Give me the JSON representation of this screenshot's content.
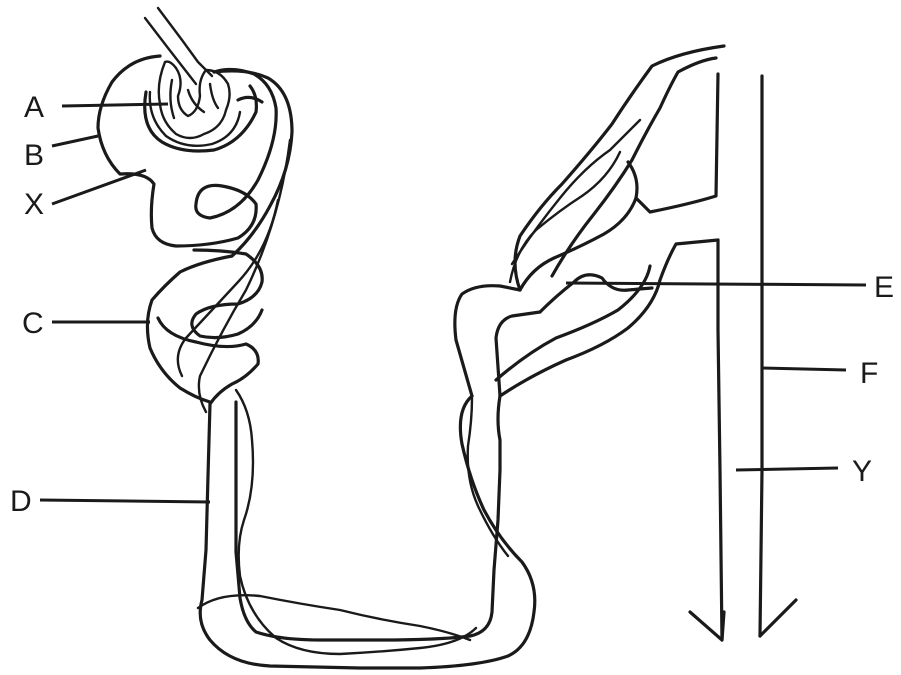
{
  "diagram": {
    "labels": {
      "A": "A",
      "B": "B",
      "X": "X",
      "C": "C",
      "D": "D",
      "E": "E",
      "F": "F",
      "Y": "Y"
    },
    "colors": {
      "stroke": "#1a1a1a",
      "background": "#ffffff"
    }
  }
}
